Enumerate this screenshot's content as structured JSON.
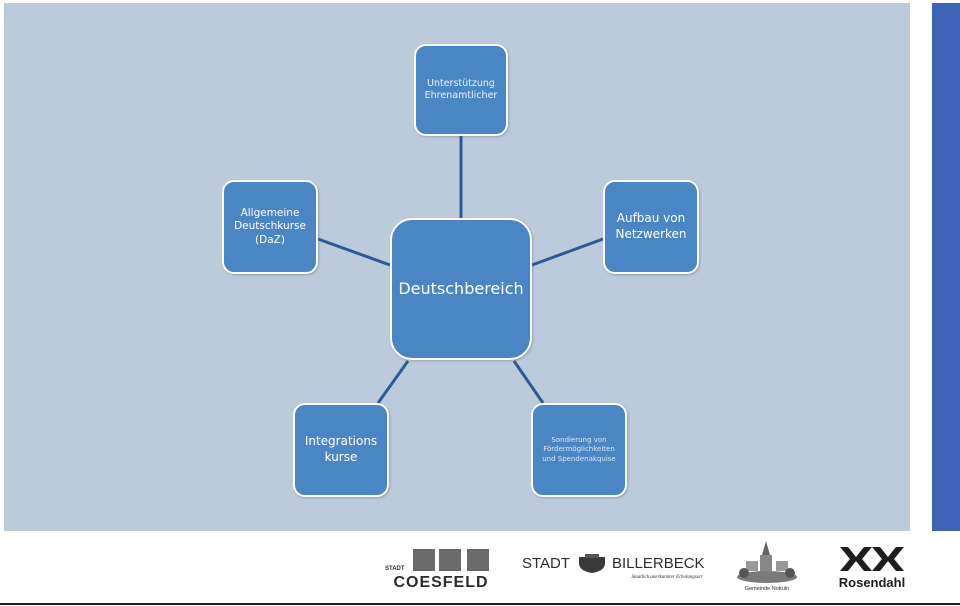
{
  "diagram": {
    "center": "Deutschbereich",
    "nodes": {
      "top": "Unterstützung\nEhrenamtlicher",
      "left": "Allgemeine\nDeutschkurse\n(DaZ)",
      "right": "Aufbau von\nNetzwerken",
      "bottom_left": "Integrations\nkurse",
      "bottom_right": "Sondierung von\nFördermöglichkeiten\nund Spendenakquise"
    },
    "colors": {
      "node_fill": "#4a86c3",
      "background": "#bccbdc",
      "connector": "#2b5b92",
      "accent_bar": "#3e64b8"
    }
  },
  "footer": {
    "logos": [
      {
        "icon": "coesfeld-logo",
        "prefix": "STADT",
        "name": "COESFELD"
      },
      {
        "icon": "billerbeck-logo",
        "prefix": "STADT",
        "name": "BILLERBECK",
        "tagline": "Staatlich anerkannter Erholungsort"
      },
      {
        "icon": "nottuln-logo",
        "name": "Gemeinde Nottuln"
      },
      {
        "icon": "rosendahl-logo",
        "name": "Rosendahl"
      }
    ]
  }
}
